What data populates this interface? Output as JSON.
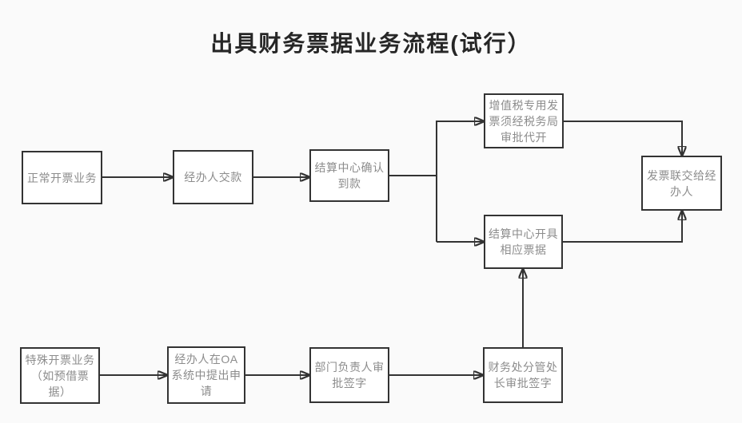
{
  "title": "出具财务票据业务流程(试行）",
  "colors": {
    "background": "#fafafa",
    "node_fill": "#ffffff",
    "node_border": "#333333",
    "node_text": "#8c8c8c",
    "title_text": "#262626",
    "connector": "#333333"
  },
  "flowchart": {
    "nodes": [
      {
        "id": "normal-invoicing",
        "label": "正常开票业务"
      },
      {
        "id": "handler-pays",
        "label": "经办人交款"
      },
      {
        "id": "settlement-center-confirm",
        "label": "结算中心确认\n到款"
      },
      {
        "id": "vat-tax-bureau-approval",
        "label": "增值税专用发\n票须经税务局\n审批代开"
      },
      {
        "id": "invoice-copy-to-handler",
        "label": "发票联交给经\n办人"
      },
      {
        "id": "settlement-center-issue",
        "label": "结算中心开具\n相应票据"
      },
      {
        "id": "special-invoicing",
        "label": "特殊开票业务\n（如预借票\n据）"
      },
      {
        "id": "oa-application",
        "label": "经办人在OA\n系统中提出申\n请"
      },
      {
        "id": "dept-head-approve-sign",
        "label": "部门负责人审\n批签字"
      },
      {
        "id": "finance-deputy-director-sign",
        "label": "财务处分管处\n长审批签字"
      }
    ],
    "edges": [
      {
        "from": "normal-invoicing",
        "to": "handler-pays"
      },
      {
        "from": "handler-pays",
        "to": "settlement-center-confirm"
      },
      {
        "from": "settlement-center-confirm",
        "to": "vat-tax-bureau-approval"
      },
      {
        "from": "settlement-center-confirm",
        "to": "settlement-center-issue"
      },
      {
        "from": "vat-tax-bureau-approval",
        "to": "invoice-copy-to-handler"
      },
      {
        "from": "settlement-center-issue",
        "to": "invoice-copy-to-handler"
      },
      {
        "from": "special-invoicing",
        "to": "oa-application"
      },
      {
        "from": "oa-application",
        "to": "dept-head-approve-sign"
      },
      {
        "from": "dept-head-approve-sign",
        "to": "finance-deputy-director-sign"
      },
      {
        "from": "finance-deputy-director-sign",
        "to": "settlement-center-issue"
      }
    ]
  }
}
